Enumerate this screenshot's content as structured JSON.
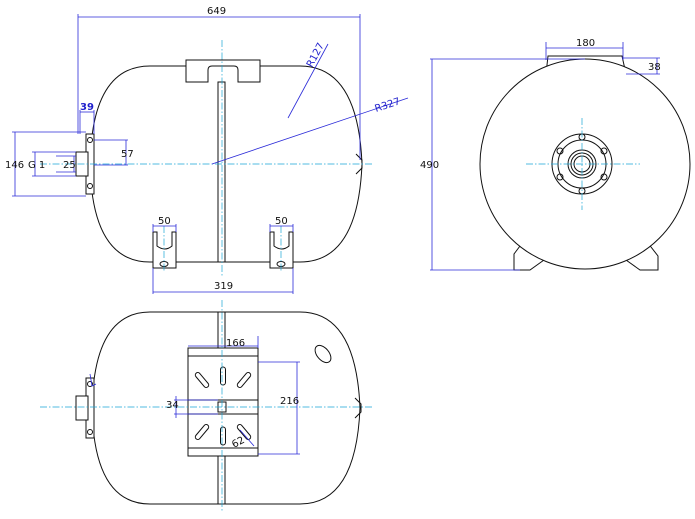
{
  "dimensions": {
    "overall_length": "649",
    "radius_small": "R127",
    "radius_large": "R327",
    "flange_thickness": "39",
    "connection_height": "57",
    "port_height": "146",
    "thread": "G 1",
    "port_length": "25",
    "foot_width_left": "50",
    "foot_width_right": "50",
    "foot_spacing": "319",
    "plate_width": "166",
    "plate_length": "216",
    "slot_dim": "34",
    "slot_spacing": "62",
    "foot_span": "180",
    "foot_height": "38",
    "tank_height": "490"
  }
}
